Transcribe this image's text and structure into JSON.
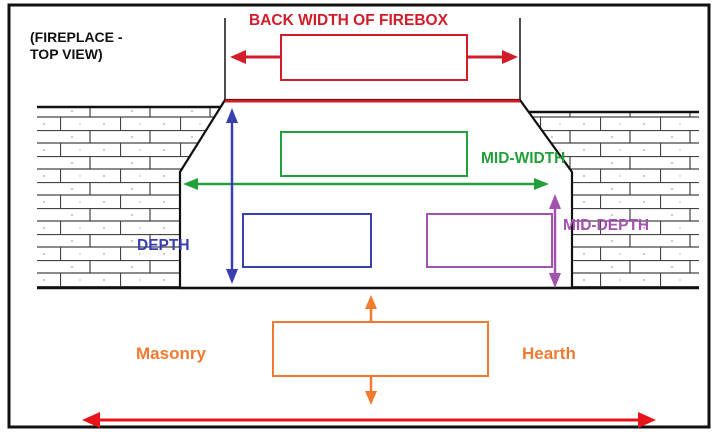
{
  "view_label": [
    "(FIREPLACE -",
    "TOP VIEW)"
  ],
  "labels": {
    "back_width": "BACK WIDTH OF FIREBOX",
    "mid_width": "MID-WIDTH",
    "mid_depth": "MID-DEPTH",
    "depth": "DEPTH",
    "masonry": "Masonry",
    "hearth": "Hearth"
  },
  "colors": {
    "back_width": "#d21c2a",
    "mid_width": "#22a03c",
    "mid_depth": "#a352b0",
    "depth": "#3a3fb0",
    "masonry": "#f07a30",
    "hearth": "#f07a30",
    "bottom_arrow": "#e8141c",
    "outline": "#111111"
  }
}
